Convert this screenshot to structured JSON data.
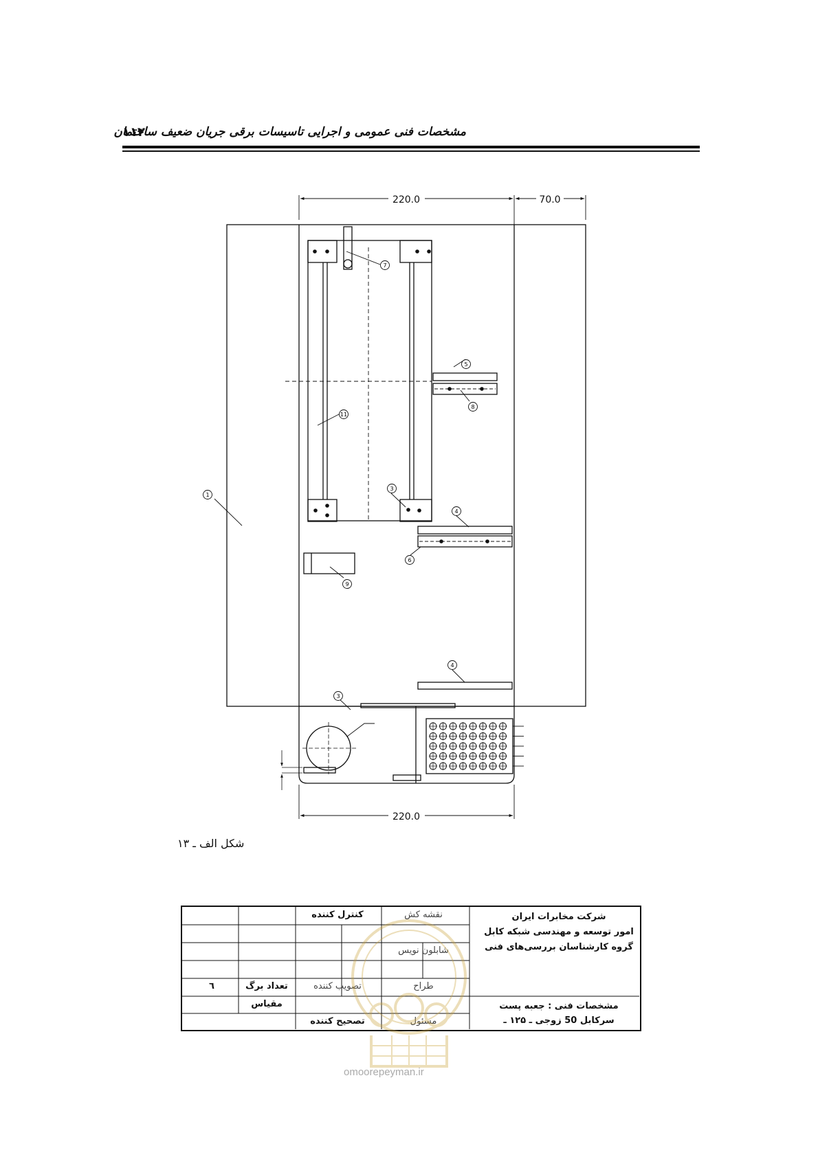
{
  "header": {
    "title": "مشخصات فنی عمومی و اجرایی تاسیسات برقی جریان ضعیف ساختمان",
    "page_number": "۱۱۲"
  },
  "drawing": {
    "dim_top_width": "220.0",
    "dim_top_side": "70.0",
    "dim_bottom_width": "220.0",
    "callouts": [
      "7",
      "5",
      "8",
      "11",
      "1",
      "3",
      "4",
      "6",
      "9",
      "4",
      "3"
    ]
  },
  "figure": {
    "caption": "شکل الف ـ ۱۳"
  },
  "title_block": {
    "company": "شرکت مخابرات ایران",
    "department": "امور توسعه و مهندسی شبکه کابل",
    "group": "گروه کارشناسان بررسی‌های فنی",
    "spec_line1": "مشخصات فنی : جعبه پست",
    "spec_line2": "سرکابل 50 زوجی ـ ۱۲۵ ـ",
    "draftsman": "نقشه کش",
    "checker": "کنترل کننده",
    "tracer": "شابلون نویس",
    "designer": "طراح",
    "approver": "تصویب کننده",
    "sheet_count_label": "تعداد برگ",
    "sheet_count": "٦",
    "responsible": "مسئول",
    "corrector": "تصحیح کننده",
    "scale_label": "مقیاس"
  },
  "watermark": {
    "site": "omoorepeyman.ir"
  }
}
